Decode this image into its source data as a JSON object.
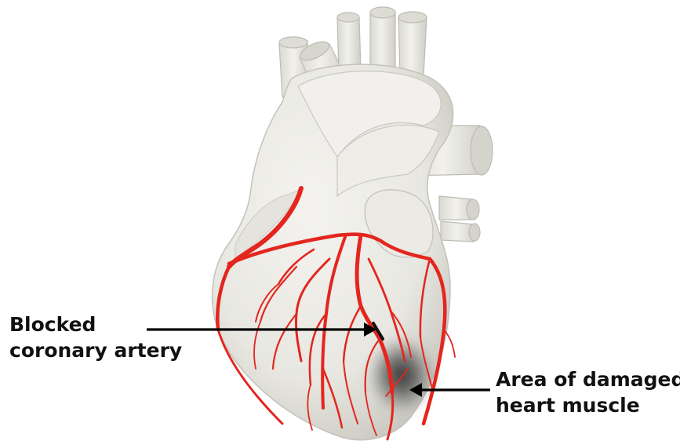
{
  "labels": {
    "blocked": {
      "line1": "Blocked",
      "line2": "coronary artery"
    },
    "damaged": {
      "line1": "Area of damaged",
      "line2": "heart muscle"
    }
  },
  "colors": {
    "heart": "#e9e8e3",
    "heart_shadow": "#c9c8c1",
    "artery": "#e3261e",
    "damage": "#3a3a3a",
    "arrow": "#000000"
  },
  "icons": [
    "heart-illustration",
    "coronary-artery-network",
    "blockage-marker",
    "arrow"
  ]
}
